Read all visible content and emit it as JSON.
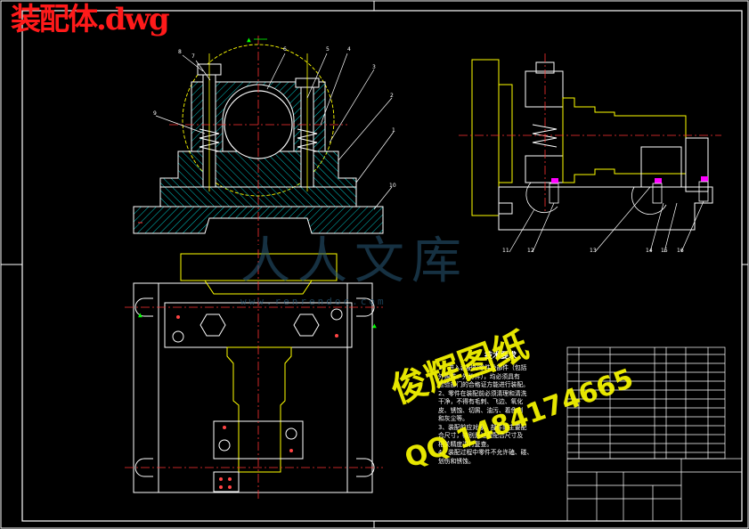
{
  "header": {
    "title": "装配体.dwg"
  },
  "watermark": {
    "site_text": "人人文库",
    "site_url": "www.renrendoc.com",
    "author_text": "俊辉图纸",
    "qq_text": "QQ 1484174665"
  },
  "tech_requirements": {
    "heading": "技术要求",
    "lines": [
      "1、进入装配的零件及部件（包括",
      "外购件、外协件），均必须具有",
      "检验部门的合格证方能进行装配。",
      "2、零件在装配前必须清理和清洗",
      "干净，不得有毛刺、飞边、氧化",
      "皮、锈蚀、切屑、油污、着色剂",
      "和灰尘等。",
      "3、装配前应对零、部件的主要配",
      "合尺寸，特别是过盈配合尺寸及",
      "相关精度进行复查。",
      "4、装配过程中零件不允许磕、碰、",
      "划伤和锈蚀。"
    ]
  },
  "balloons": [
    "8",
    "7",
    "6",
    "5",
    "4",
    "3",
    "2",
    "1",
    "10",
    "9",
    "11",
    "12",
    "13",
    "14",
    "15",
    "16"
  ],
  "colors": {
    "background": "#000000",
    "frame": "#ffffff",
    "part_outline": "#ffffff",
    "hatch": "#00c8c8",
    "centerline": "#ff3333",
    "yellow": "#ffff00",
    "magenta": "#ff00ff",
    "green": "#00ff00",
    "title_red": "#ff1a1a"
  }
}
